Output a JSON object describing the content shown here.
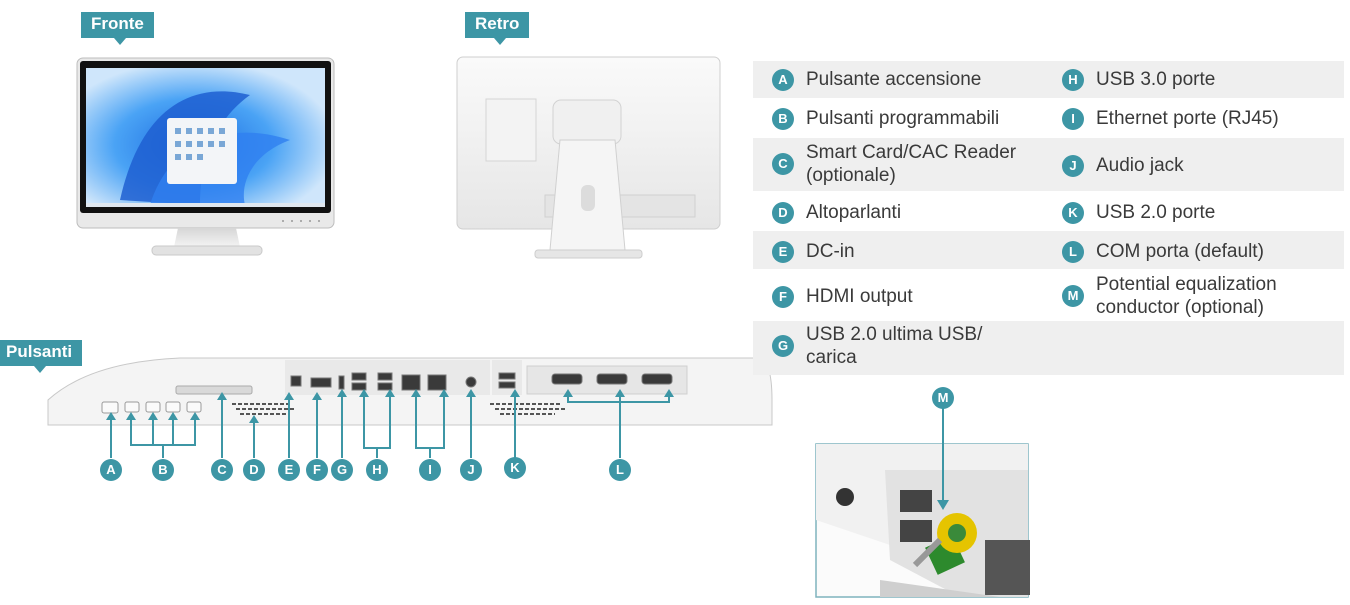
{
  "sections": {
    "front": "Fronte",
    "back": "Retro",
    "ports": "Pulsanti"
  },
  "legend": [
    {
      "key": "A",
      "label": "Pulsante accensione"
    },
    {
      "key": "B",
      "label": "Pulsanti programmabili"
    },
    {
      "key": "C",
      "label": "Smart Card/CAC Reader (optionale)"
    },
    {
      "key": "D",
      "label": "Altoparlanti"
    },
    {
      "key": "E",
      "label": "DC-in"
    },
    {
      "key": "F",
      "label": "HDMI output"
    },
    {
      "key": "G",
      "label": "USB 2.0 ultima USB/ carica"
    },
    {
      "key": "H",
      "label": "USB 3.0 porte"
    },
    {
      "key": "I",
      "label": "Ethernet porte (RJ45)"
    },
    {
      "key": "J",
      "label": "Audio jack"
    },
    {
      "key": "K",
      "label": "USB 2.0 porte"
    },
    {
      "key": "L",
      "label": "COM porta (default)"
    },
    {
      "key": "M",
      "label": "Potential equalization conductor (optional)"
    }
  ],
  "callouts": [
    "A",
    "B",
    "C",
    "D",
    "E",
    "F",
    "G",
    "H",
    "I",
    "J",
    "K",
    "L",
    "M"
  ],
  "colors": {
    "accent": "#3d96a5",
    "row_shade": "#efefef"
  }
}
